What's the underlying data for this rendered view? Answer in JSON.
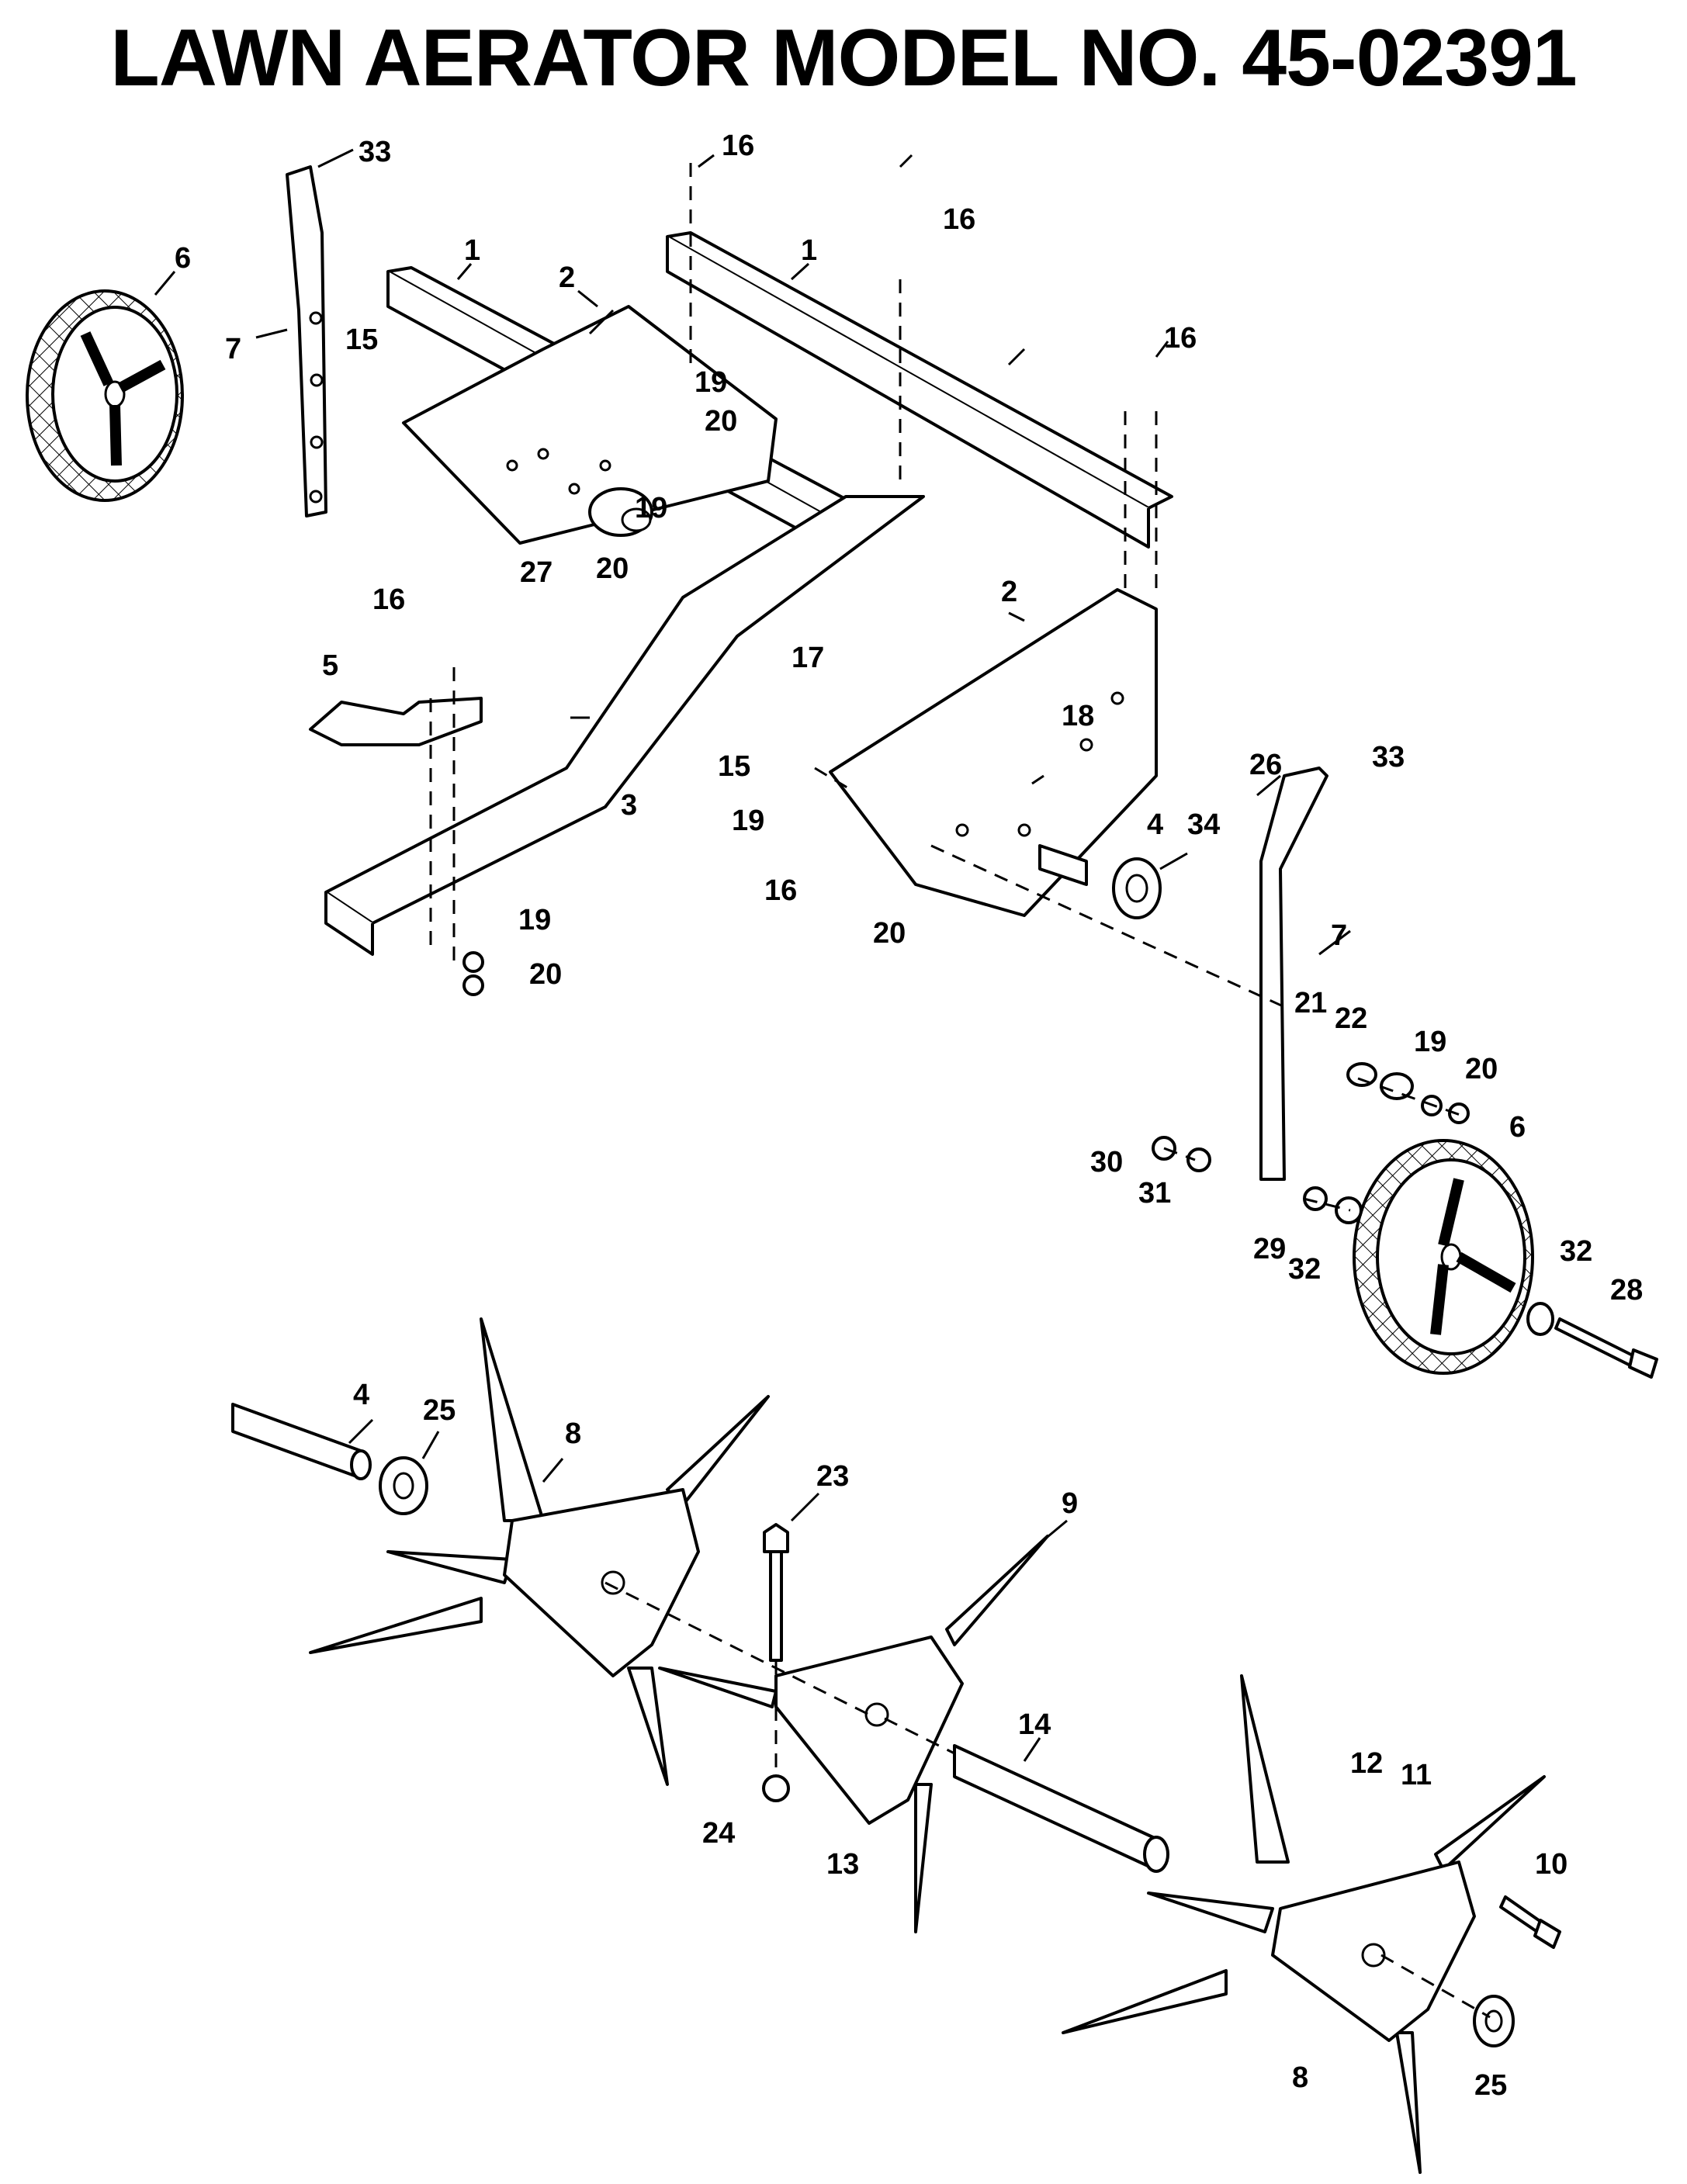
{
  "title": "LAWN AERATOR MODEL NO. 45-02391",
  "callouts": [
    {
      "id": "c33a",
      "text": "33"
    },
    {
      "id": "c16a",
      "text": "16"
    },
    {
      "id": "c6a",
      "text": "6"
    },
    {
      "id": "c1a",
      "text": "1"
    },
    {
      "id": "c1b",
      "text": "1"
    },
    {
      "id": "c16b",
      "text": "16"
    },
    {
      "id": "c2a",
      "text": "2"
    },
    {
      "id": "c7a",
      "text": "7"
    },
    {
      "id": "c15a",
      "text": "15"
    },
    {
      "id": "c16c",
      "text": "16"
    },
    {
      "id": "c19a",
      "text": "19"
    },
    {
      "id": "c20a",
      "text": "20"
    },
    {
      "id": "c19b",
      "text": "19"
    },
    {
      "id": "c27",
      "text": "27"
    },
    {
      "id": "c20b",
      "text": "20"
    },
    {
      "id": "c16d",
      "text": "16"
    },
    {
      "id": "c2b",
      "text": "2"
    },
    {
      "id": "c5",
      "text": "5"
    },
    {
      "id": "c17",
      "text": "17"
    },
    {
      "id": "c18",
      "text": "18"
    },
    {
      "id": "c15b",
      "text": "15"
    },
    {
      "id": "c26",
      "text": "26"
    },
    {
      "id": "c33b",
      "text": "33"
    },
    {
      "id": "c3",
      "text": "3"
    },
    {
      "id": "c19c",
      "text": "19"
    },
    {
      "id": "c4a",
      "text": "4"
    },
    {
      "id": "c34",
      "text": "34"
    },
    {
      "id": "c16e",
      "text": "16"
    },
    {
      "id": "c20c",
      "text": "20"
    },
    {
      "id": "c7b",
      "text": "7"
    },
    {
      "id": "c19d",
      "text": "19"
    },
    {
      "id": "c20d",
      "text": "20"
    },
    {
      "id": "c21",
      "text": "21"
    },
    {
      "id": "c22",
      "text": "22"
    },
    {
      "id": "c19e",
      "text": "19"
    },
    {
      "id": "c20e",
      "text": "20"
    },
    {
      "id": "c30",
      "text": "30"
    },
    {
      "id": "c31",
      "text": "31"
    },
    {
      "id": "c6b",
      "text": "6"
    },
    {
      "id": "c29",
      "text": "29"
    },
    {
      "id": "c32a",
      "text": "32"
    },
    {
      "id": "c32b",
      "text": "32"
    },
    {
      "id": "c28",
      "text": "28"
    },
    {
      "id": "c4b",
      "text": "4"
    },
    {
      "id": "c25a",
      "text": "25"
    },
    {
      "id": "c8a",
      "text": "8"
    },
    {
      "id": "c23",
      "text": "23"
    },
    {
      "id": "c9",
      "text": "9"
    },
    {
      "id": "c14",
      "text": "14"
    },
    {
      "id": "c12",
      "text": "12"
    },
    {
      "id": "c11",
      "text": "11"
    },
    {
      "id": "c24",
      "text": "24"
    },
    {
      "id": "c13",
      "text": "13"
    },
    {
      "id": "c10",
      "text": "10"
    },
    {
      "id": "c8b",
      "text": "8"
    },
    {
      "id": "c25b",
      "text": "25"
    }
  ]
}
